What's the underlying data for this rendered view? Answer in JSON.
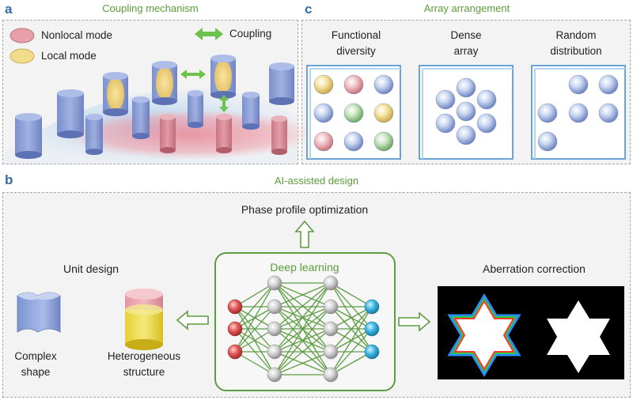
{
  "panels": {
    "a": {
      "letter": "a",
      "title": "Coupling mechanism"
    },
    "b": {
      "letter": "b",
      "title": "AI-assisted design"
    },
    "c": {
      "letter": "c",
      "title": "Array arrangement"
    }
  },
  "legend": {
    "nonlocal": {
      "label": "Nonlocal mode",
      "color": "#e7a0a8"
    },
    "local": {
      "label": "Local mode",
      "color": "#f0dc8a"
    },
    "coupling": {
      "label": "Coupling",
      "color": "#6cc24a"
    }
  },
  "arrangements": [
    {
      "title_line1": "Functional",
      "title_line2": "diversity"
    },
    {
      "title_line1": "Dense",
      "title_line2": "array"
    },
    {
      "title_line1": "Random",
      "title_line2": "distribution"
    }
  ],
  "design": {
    "phase": "Phase profile optimization",
    "deep_learning": "Deep learning",
    "unit_design": "Unit design",
    "complex_line1": "Complex",
    "complex_line2": "shape",
    "hetero_line1": "Heterogeneous",
    "hetero_line2": "structure",
    "aberration": "Aberration correction"
  }
}
